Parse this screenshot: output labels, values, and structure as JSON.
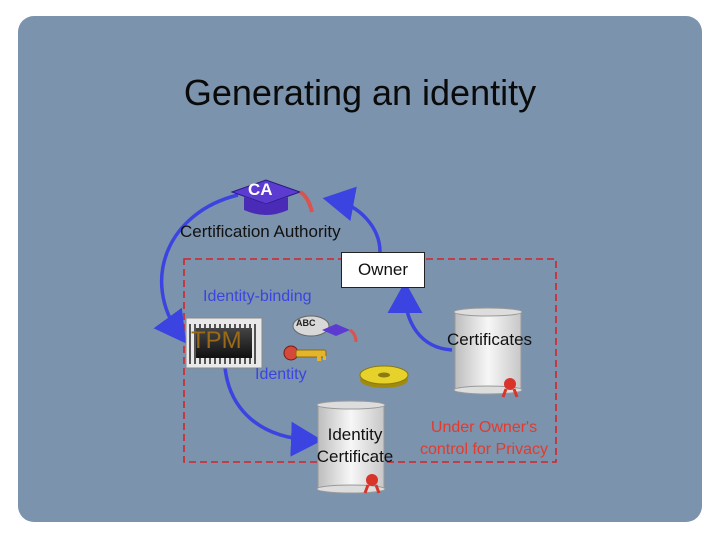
{
  "slide": {
    "title": "Generating an identity"
  },
  "colors": {
    "background": "#7b93ac",
    "arrow": "#3b44e0",
    "dashed_border": "#d4232a",
    "privacy_text": "#e23b2e",
    "cap": "#5b3bd0"
  },
  "nodes": {
    "ca_label": "CA",
    "certification_authority": "Certification Authority",
    "owner": "Owner",
    "tpm": "TPM",
    "abc": "ABC",
    "certificates": "Certificates",
    "identity_certificate_line1": "Identity",
    "identity_certificate_line2": "Certificate"
  },
  "edge_labels": {
    "identity_binding": "Identity-binding",
    "identity": "Identity"
  },
  "region": {
    "privacy_line1": "Under Owner's",
    "privacy_line2": "control for Privacy"
  },
  "icons": [
    "graduation-cap-icon",
    "tpm-chip-icon",
    "key-icon",
    "disk-icon",
    "certificate-scroll-icon",
    "seal-icon"
  ]
}
